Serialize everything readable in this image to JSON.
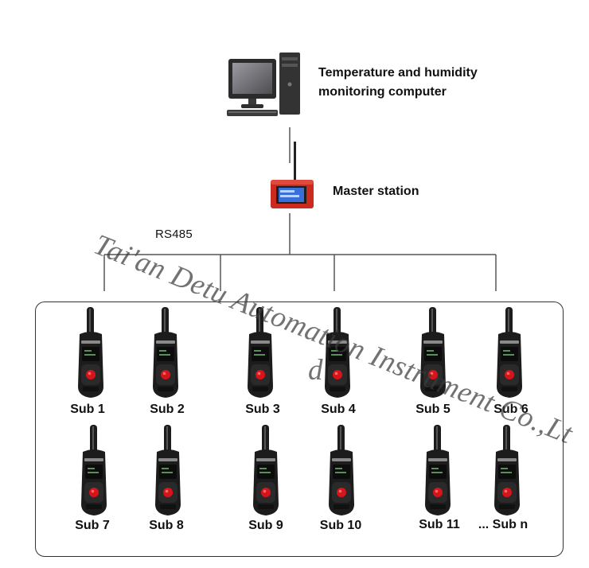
{
  "computer": {
    "label_line1": "Temperature and humidity",
    "label_line2": "monitoring computer",
    "icon": "desktop-computer-icon"
  },
  "master": {
    "label": "Master station",
    "icon": "master-station-icon"
  },
  "bus": {
    "label": "RS485"
  },
  "watermark": {
    "text": "Tai'an Detu Automation Instrument Co.,Lt",
    "tail": "d"
  },
  "sensors": [
    {
      "label": "Sub 1"
    },
    {
      "label": "Sub 2"
    },
    {
      "label": "Sub 3"
    },
    {
      "label": "Sub 4"
    },
    {
      "label": "Sub 5"
    },
    {
      "label": "Sub 6"
    },
    {
      "label": "Sub 7"
    },
    {
      "label": "Sub 8"
    },
    {
      "label": "Sub 9"
    },
    {
      "label": "Sub 10"
    },
    {
      "label": "Sub 11"
    },
    {
      "label": "... Sub n"
    }
  ],
  "colors": {
    "master_body": "#cc2a1e",
    "screen": "#3a6fd8",
    "sensor_body": "#1c1c1c",
    "sensor_button": "#d8141b",
    "line": "#555555"
  }
}
